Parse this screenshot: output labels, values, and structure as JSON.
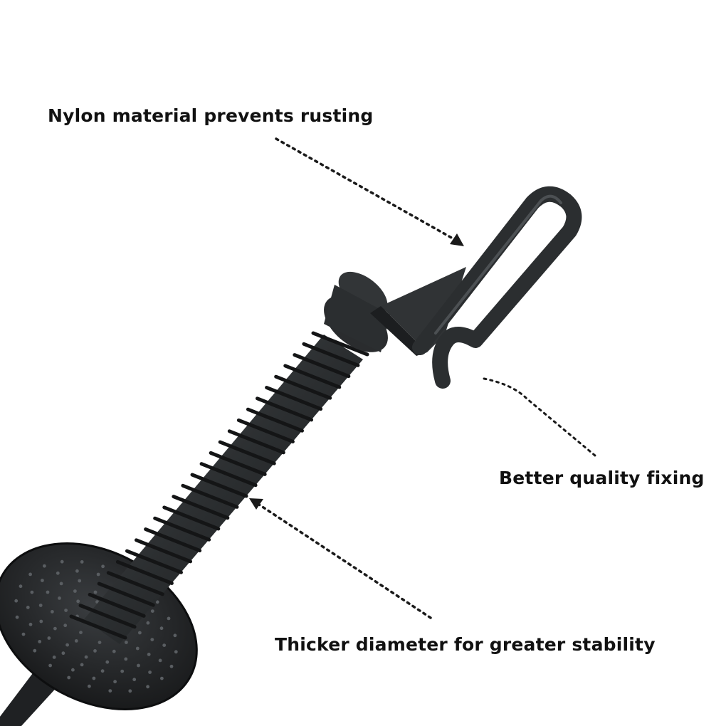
{
  "annotations": {
    "nylon": "Nylon material prevents rusting",
    "fixing": "Better quality fixing",
    "diameter": "Thicker diameter for greater stability"
  },
  "product": {
    "name": "nylon-screw-anchor-with-hook",
    "color": "#2b2e30"
  },
  "colors": {
    "background": "#ffffff",
    "text": "#111111",
    "pointer": "#1a1a1a"
  }
}
